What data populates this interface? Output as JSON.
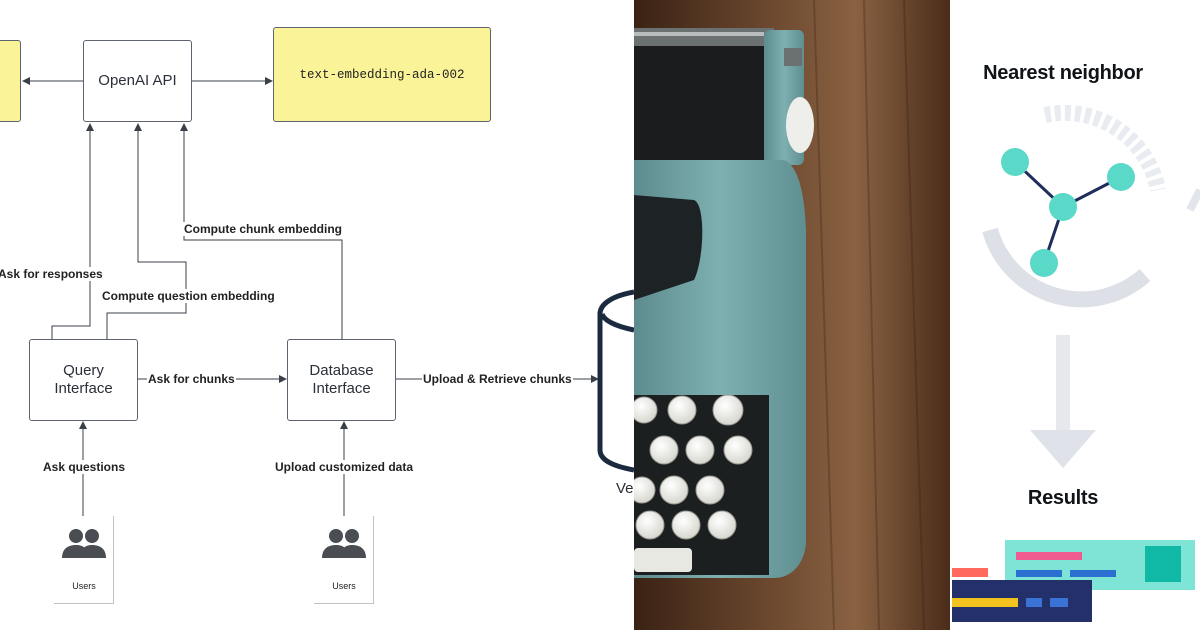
{
  "diagram": {
    "boxes": {
      "openai_api": "OpenAI API",
      "embedding_model": "text-embedding-ada-002",
      "query_interface": "Query\nInterface",
      "database_interface": "Database\nInterface"
    },
    "edges": {
      "ask_for_responses": "Ask for responses",
      "compute_question_embedding": "Compute question embedding",
      "compute_chunk_embedding": "Compute chunk embedding",
      "ask_for_chunks": "Ask for chunks",
      "upload_retrieve_chunks": "Upload & Retrieve chunks",
      "ask_questions": "Ask questions",
      "upload_customized_data": "Upload customized data"
    },
    "users_left": "Users",
    "users_right": "Users",
    "vector_db_partial": "Ve"
  },
  "nearest_neighbor": {
    "title": "Nearest neighbor",
    "results": "Results"
  },
  "colors": {
    "yellow_box": "#fbf398",
    "teal_node": "#5ad8c8",
    "navy_edge": "#1f2f5c"
  }
}
